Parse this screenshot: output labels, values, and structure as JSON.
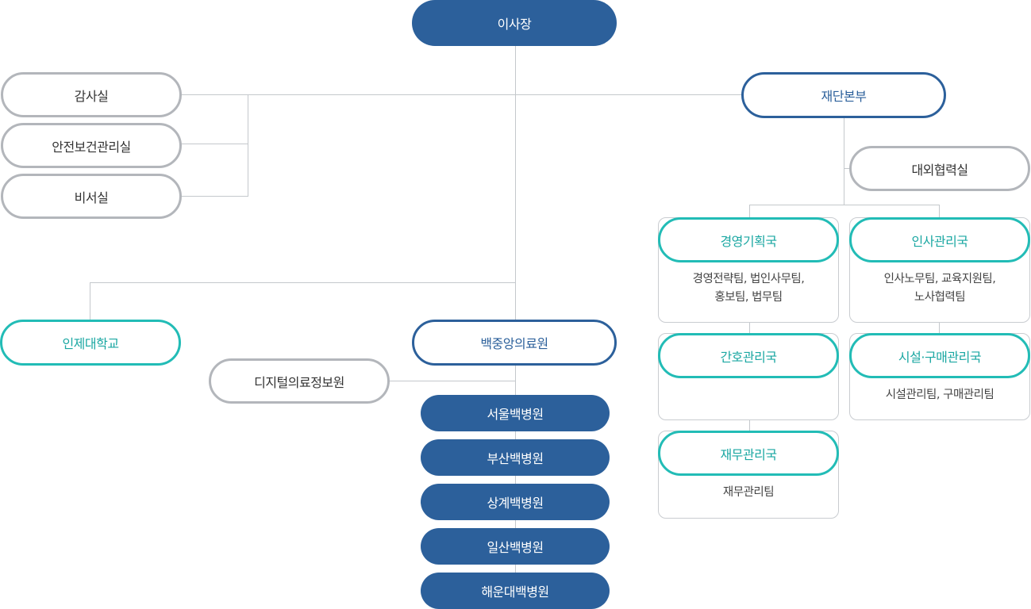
{
  "chairman": "이사장",
  "staff_offices": [
    "감사실",
    "안전보건관리실",
    "비서실"
  ],
  "foundation": {
    "title": "재단본부",
    "external_office": "대외협력실",
    "bureaus": [
      {
        "name": "경영기획국",
        "teams": "경영전략팀, 법인사무팀,\n홍보팀, 법무팀"
      },
      {
        "name": "인사관리국",
        "teams": "인사노무팀, 교육지원팀,\n노사협력팀"
      },
      {
        "name": "간호관리국",
        "teams": ""
      },
      {
        "name": "시설·구매관리국",
        "teams": "시설관리팀, 구매관리팀"
      },
      {
        "name": "재무관리국",
        "teams": "재무관리팀"
      }
    ]
  },
  "university": "인제대학교",
  "medical_center": {
    "title": "백중앙의료원",
    "digital": "디지털의료정보원",
    "hospitals": [
      "서울백병원",
      "부산백병원",
      "상계백병원",
      "일산백병원",
      "해운대백병원"
    ]
  }
}
